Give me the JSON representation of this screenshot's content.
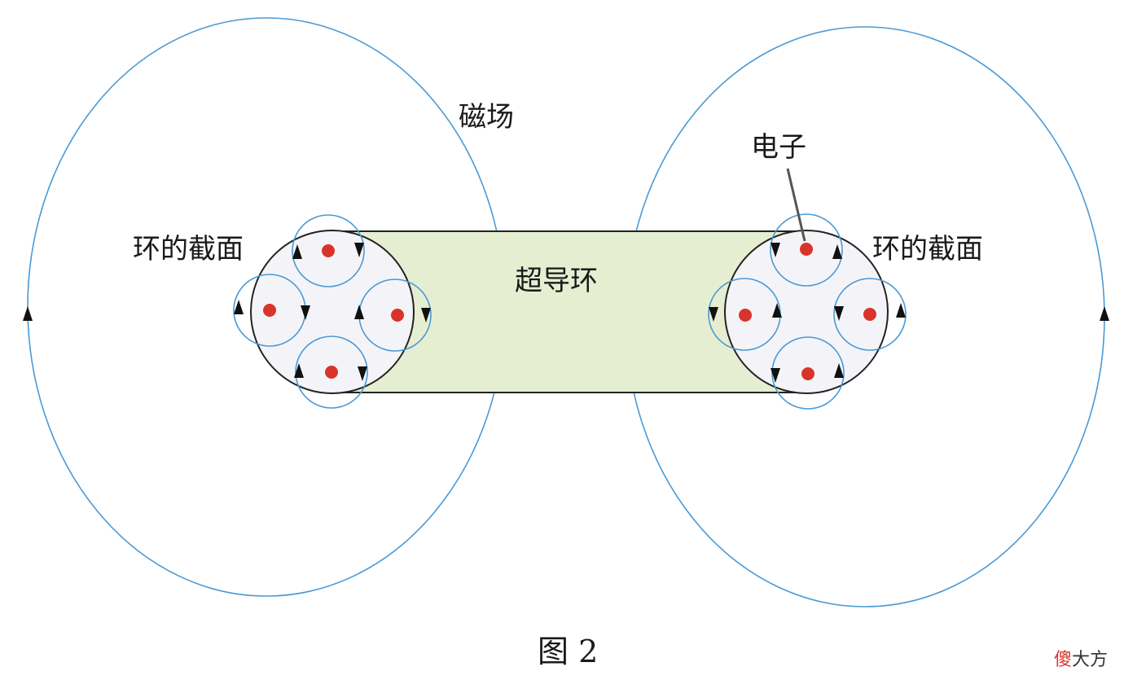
{
  "labels": {
    "magnetic_field": "磁场",
    "electron": "电子",
    "section_left": "环的截面",
    "section_right": "环的截面",
    "ring": "超导环",
    "figure_caption": "图 2"
  },
  "watermark": {
    "first_char": "傻",
    "rest": "大方"
  },
  "colors": {
    "field_line": "#4a9ad6",
    "ring_fill": "#e6eed2",
    "section_fill": "#f4f4f8",
    "outline": "#222222",
    "electron": "#d9342b",
    "watermark_accent": "#d9342b"
  }
}
